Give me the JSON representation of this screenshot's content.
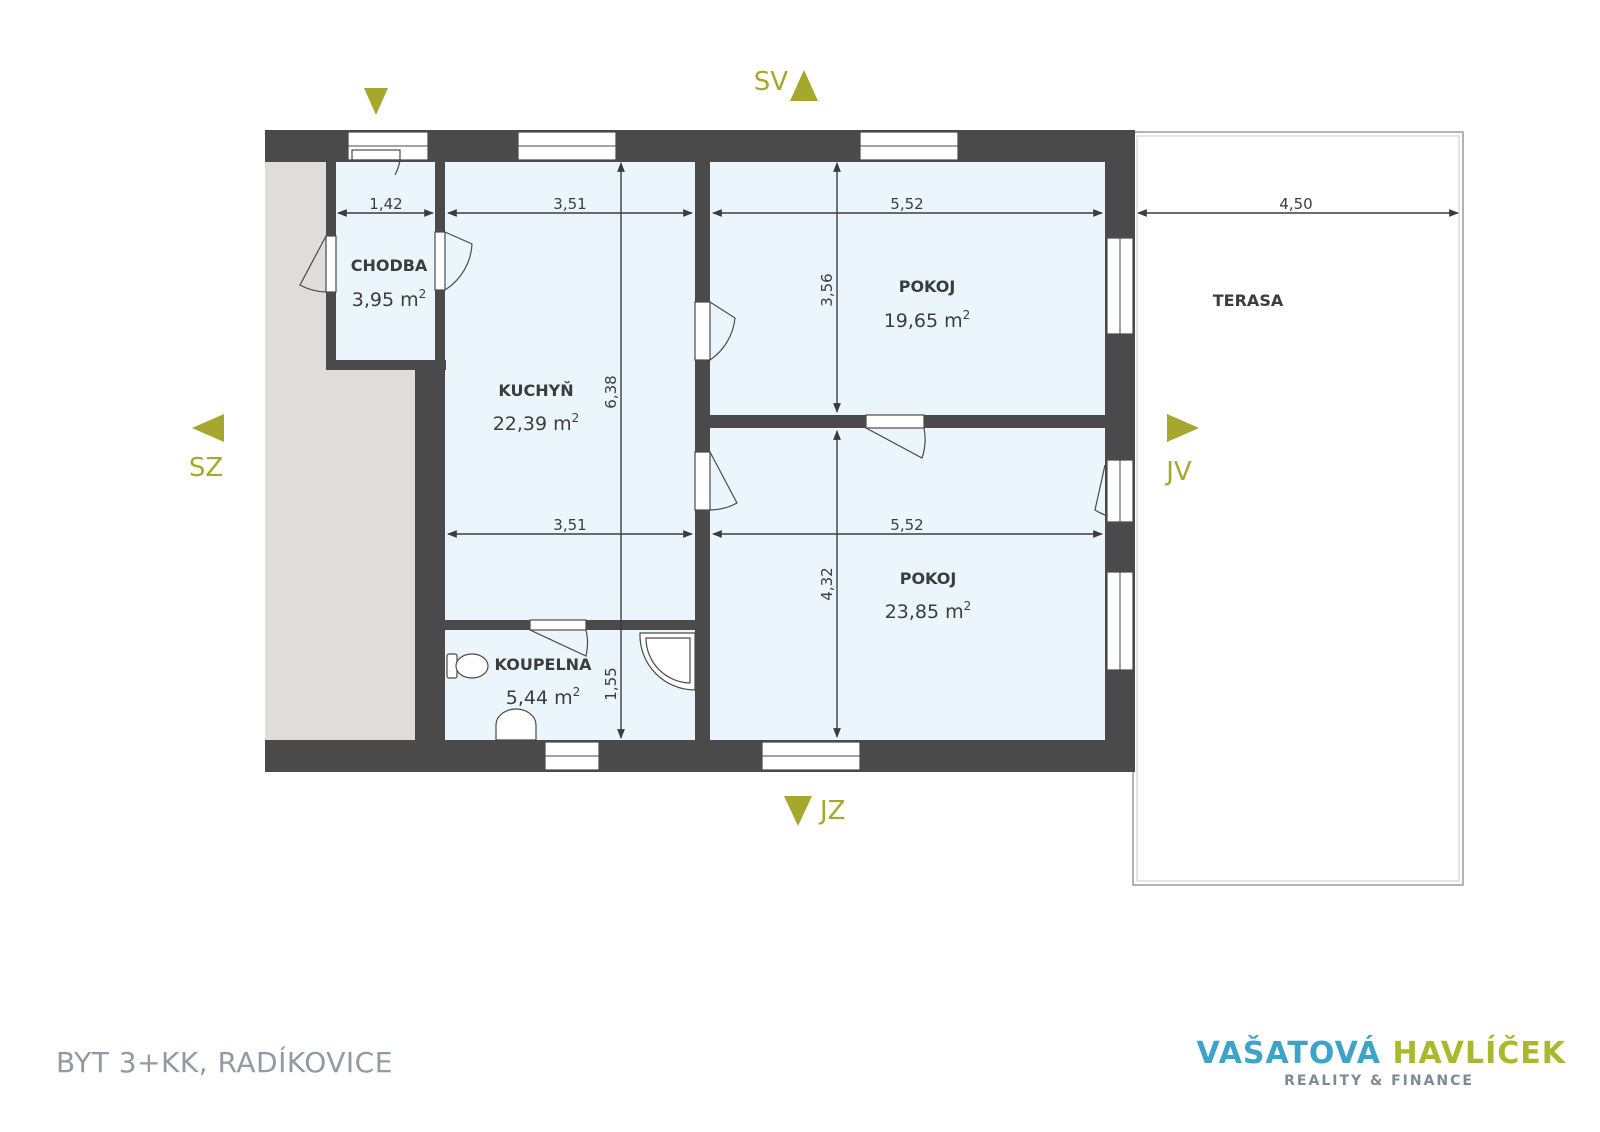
{
  "title": "BYT 3+KK, RADÍKOVICE",
  "logo": {
    "part1": "VAŠATOVÁ",
    "part2": "HAVLÍČEK",
    "tagline": "REALITY & FINANCE"
  },
  "colors": {
    "wall": "#4a4a4a",
    "room_fill": "#eaf6fb",
    "outdoor_fill": "#dedddb",
    "accent": "#a6a72d",
    "brand_blue": "#3ea3c9",
    "brand_green": "#a9b82c"
  },
  "compass": {
    "north_east": "SV",
    "north_west": "SZ",
    "south_east": "JV",
    "south_west": "JZ"
  },
  "rooms": {
    "chodba": {
      "name": "CHODBA",
      "area": "3,95 m",
      "unit_sup": "2"
    },
    "kuchyn": {
      "name": "KUCHYŇ",
      "area": "22,39 m",
      "unit_sup": "2"
    },
    "pokoj1": {
      "name": "POKOJ",
      "area": "19,65 m",
      "unit_sup": "2"
    },
    "pokoj2": {
      "name": "POKOJ",
      "area": "23,85 m",
      "unit_sup": "2"
    },
    "koupelna": {
      "name": "KOUPELNA",
      "area": "5,44 m",
      "unit_sup": "2"
    },
    "terasa": {
      "name": "TERASA"
    }
  },
  "dimensions": {
    "chodba_width": "1,42",
    "kuchyn_width_top": "3,51",
    "kuchyn_width_bottom": "3,51",
    "kuchyn_depth": "6,38",
    "pokoj1_width": "5,52",
    "pokoj1_depth": "3,56",
    "pokoj2_width": "5,52",
    "pokoj2_depth": "4,32",
    "koupelna_depth": "1,55",
    "terasa_width": "4,50"
  }
}
